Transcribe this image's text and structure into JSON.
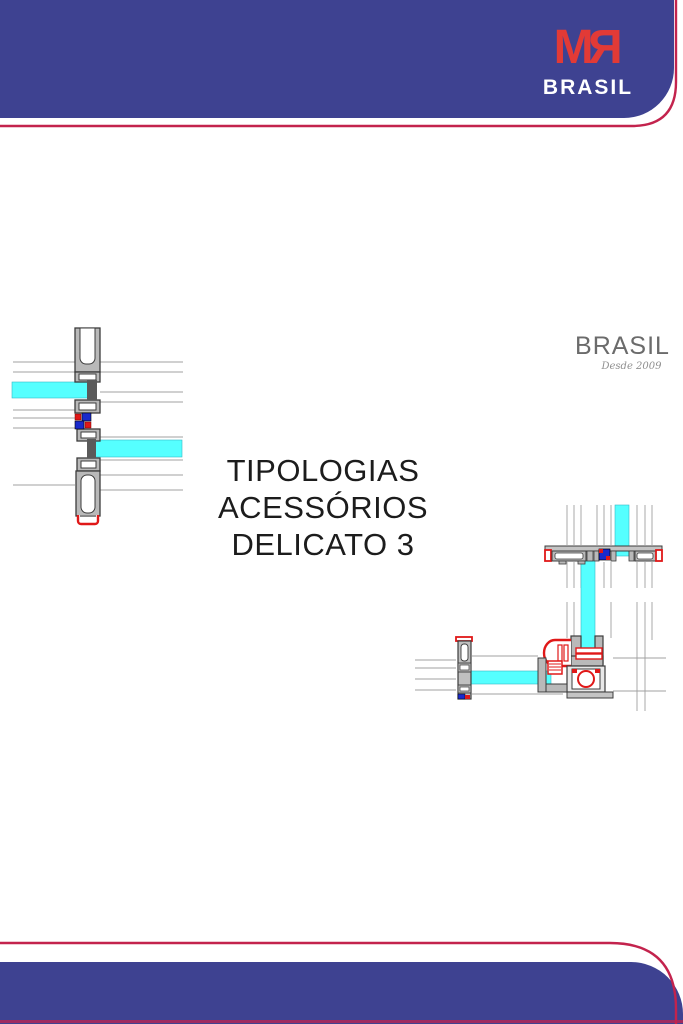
{
  "header": {
    "logo_m": "M",
    "logo_r": "R",
    "brand": "BRASIL"
  },
  "watermark": {
    "brand": "BRASIL",
    "tagline": "Desde 2009"
  },
  "title": {
    "line1": "TIPOLOGIAS",
    "line2": "ACESSÓRIOS",
    "line3": "DELICATO 3"
  },
  "drawings": {
    "left": "vertical-profile-section-with-glass",
    "right": "corner-profile-section-with-glass"
  },
  "colors": {
    "band_blue": "#3e4291",
    "accent_red_line": "#c3234d",
    "logo_red": "#e23a36",
    "glass_cyan": "#55ffff",
    "profile_gray": "#b9b9b9",
    "outline_dark": "#3c3c3c",
    "construction_gray": "#a0a0a0",
    "watermark_gray": "#6b6b6b",
    "detail_red": "#e01818",
    "detail_blue": "#1a2acc"
  }
}
